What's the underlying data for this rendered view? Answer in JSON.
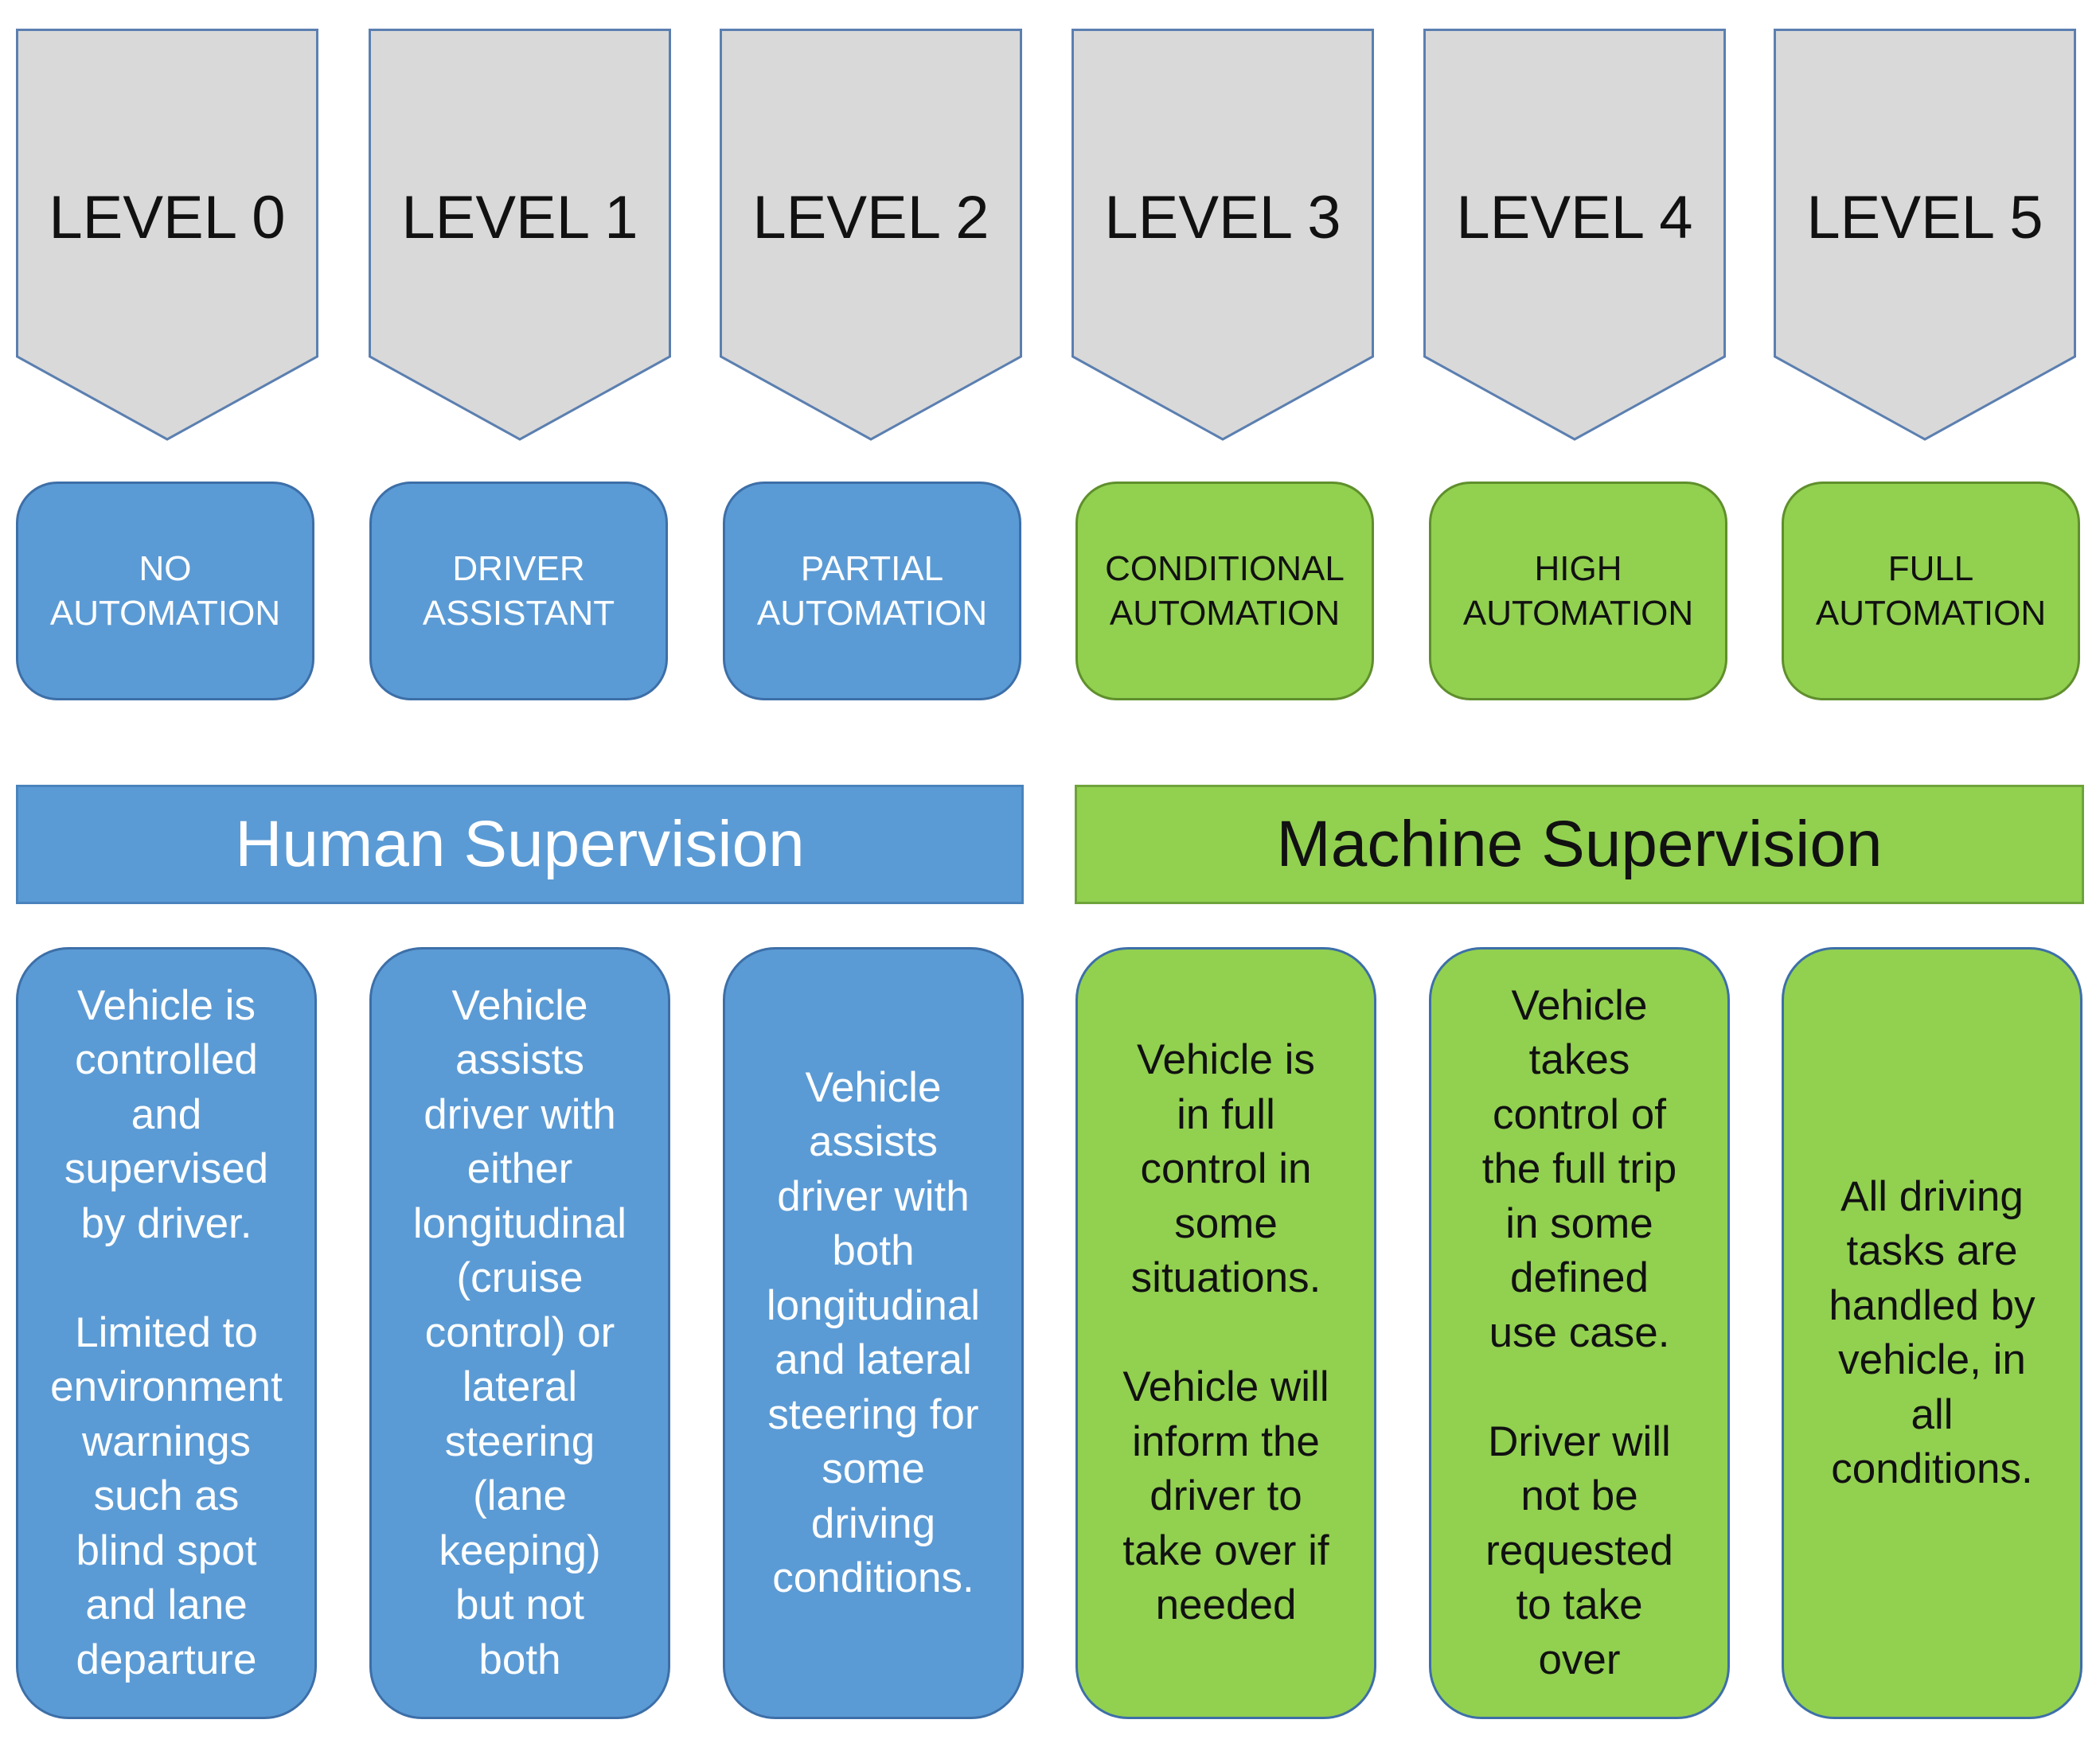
{
  "levels": [
    {
      "level": "LEVEL 0",
      "name": "NO\nAUTOMATION",
      "description": "Vehicle is\ncontrolled\nand\nsupervised\nby driver.\n\nLimited to\nenvironment\nwarnings\nsuch as\nblind spot\nand lane\ndeparture",
      "group": "human"
    },
    {
      "level": "LEVEL 1",
      "name": "DRIVER\nASSISTANT",
      "description": "Vehicle\nassists\ndriver with\neither\nlongitudinal\n(cruise\ncontrol) or\nlateral\nsteering\n(lane\nkeeping)\nbut not\nboth",
      "group": "human"
    },
    {
      "level": "LEVEL 2",
      "name": "PARTIAL\nAUTOMATION",
      "description": "Vehicle\nassists\ndriver with\nboth\nlongitudinal\nand lateral\nsteering for\nsome\ndriving\nconditions.",
      "group": "human"
    },
    {
      "level": "LEVEL 3",
      "name": "CONDITIONAL\nAUTOMATION",
      "description": "Vehicle is\nin full\ncontrol in\nsome\nsituations.\n\nVehicle will\ninform the\ndriver to\ntake over if\nneeded",
      "group": "machine"
    },
    {
      "level": "LEVEL 4",
      "name": "HIGH\nAUTOMATION",
      "description": "Vehicle\ntakes\ncontrol of\nthe full trip\nin some\ndefined\nuse case.\n\nDriver will\nnot be\nrequested\nto take\nover",
      "group": "machine"
    },
    {
      "level": "LEVEL 5",
      "name": "FULL\nAUTOMATION",
      "description": "All driving\ntasks are\nhandled by\nvehicle, in\nall\nconditions.",
      "group": "machine"
    }
  ],
  "supervision": {
    "human": "Human Supervision",
    "machine": "Machine Supervision"
  },
  "colors": {
    "human": "#5b9bd5",
    "machine": "#92d050",
    "chevron_fill": "#d9d9d9",
    "chevron_stroke": "#5b7fb0"
  }
}
